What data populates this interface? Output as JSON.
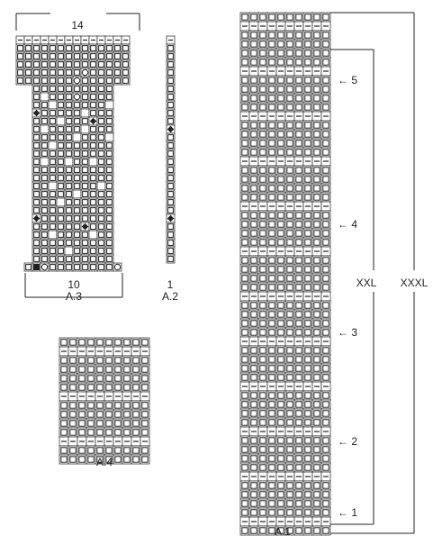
{
  "diagrams": {
    "a3": {
      "name": "A.3",
      "width_label": "14",
      "repeat_label": "10"
    },
    "a2": {
      "name": "A.2",
      "width_label": "1"
    },
    "a4": {
      "name": "A.4"
    },
    "a1": {
      "name": "A.1",
      "markers": [
        "5",
        "4",
        "3",
        "2",
        "1"
      ],
      "bracket_inner": "XXL",
      "bracket_outer": "XXXL"
    }
  }
}
